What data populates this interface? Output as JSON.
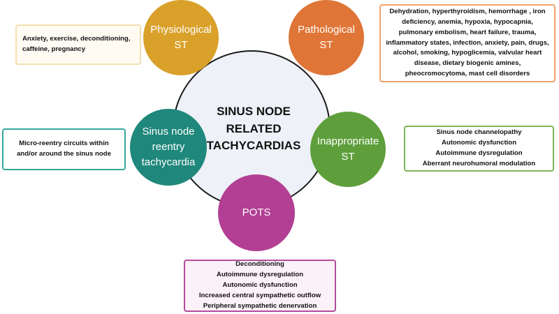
{
  "center": {
    "title": "SINUS NODE\nRELATED\nTACHYCARDIAS"
  },
  "nodes": {
    "physiological": {
      "label": "Physiological\nST",
      "color": "#d9a12a"
    },
    "pathological": {
      "label": "Pathological\nST",
      "color": "#df7536"
    },
    "reentry": {
      "label": "Sinus node\nreentry\ntachycardia",
      "color": "#1f877b"
    },
    "inappropriate": {
      "label": "Inappropriate\nST",
      "color": "#5e9f3c"
    },
    "pots": {
      "label": "POTS",
      "color": "#b23f93"
    }
  },
  "boxes": {
    "physiological": {
      "lines": [
        "Anxiety, exercise, deconditioning,",
        "caffeine, pregnancy"
      ]
    },
    "pathological": {
      "lines": [
        "Dehydration, hyperthyroidism, hemorrhage , iron",
        "deficiency, anemia, hypoxia, hypocapnia,",
        "pulmonary embolism, heart failure, trauma,",
        "inflammatory states, infection, anxiety, pain, drugs,",
        "alcohol, smoking, hypoglicemia, valvular heart",
        "disease, dietary biogenic amines,",
        "pheocromocytoma, mast cell disorders"
      ]
    },
    "reentry": {
      "lines": [
        "Micro-reentry circuits within",
        "and/or around the sinus node"
      ]
    },
    "inappropriate": {
      "lines": [
        "Sinus node channelopathy",
        "Autonomic dysfunction",
        "Autoimmune dysregulation",
        "Aberrant neurohumoral modulation"
      ]
    },
    "pots": {
      "lines": [
        "Deconditioning",
        "Autoimmune dysregulation",
        "Autonomic dysfunction",
        "Increased central sympathetic outflow",
        "Peripheral sympathetic denervation"
      ]
    }
  }
}
